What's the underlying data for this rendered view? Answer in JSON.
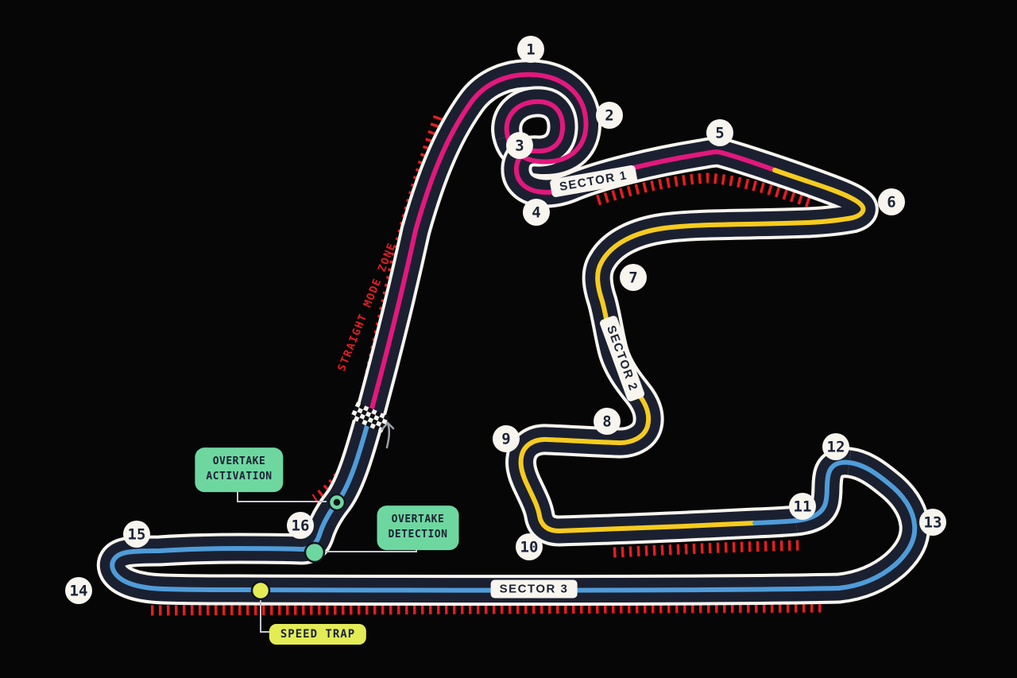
{
  "diagram": {
    "type": "circuit-map",
    "colors": {
      "background": "#060606",
      "track": "#1b2030",
      "outline": "#f7f5ee",
      "text_dark": "#1b2235",
      "red": "#e51d23",
      "green": "#6ed7a0",
      "yellow_green": "#e3ec55",
      "connector": "#c3c7cf",
      "arrow": "#9aa0a8"
    },
    "sectors": [
      {
        "name": "SECTOR 1",
        "color": "#e2187d"
      },
      {
        "name": "SECTOR 2",
        "color": "#f6cb1f"
      },
      {
        "name": "SECTOR 3",
        "color": "#4f9cd9"
      }
    ],
    "turns": [
      "1",
      "2",
      "3",
      "4",
      "5",
      "6",
      "7",
      "8",
      "9",
      "10",
      "11",
      "12",
      "13",
      "14",
      "15",
      "16"
    ],
    "annotations": {
      "straight_mode_zone": {
        "text": "STRAIGHT MODE ZONE",
        "color": "#e51d23"
      },
      "overtake_activation": {
        "line1": "OVERTAKE",
        "line2": "ACTIVATION",
        "color": "#6ed7a0"
      },
      "overtake_detection": {
        "line1": "OVERTAKE",
        "line2": "DETECTION",
        "color": "#6ed7a0"
      },
      "speed_trap": {
        "text": "SPEED TRAP",
        "color": "#e3ec55"
      },
      "finish_line": "checkered start/finish line",
      "direction_arrow": "travel direction up the main straight",
      "grandstands": "red tick strips along main straight, turn 4-6 straight, turn 10-11 straight, back straight"
    }
  }
}
